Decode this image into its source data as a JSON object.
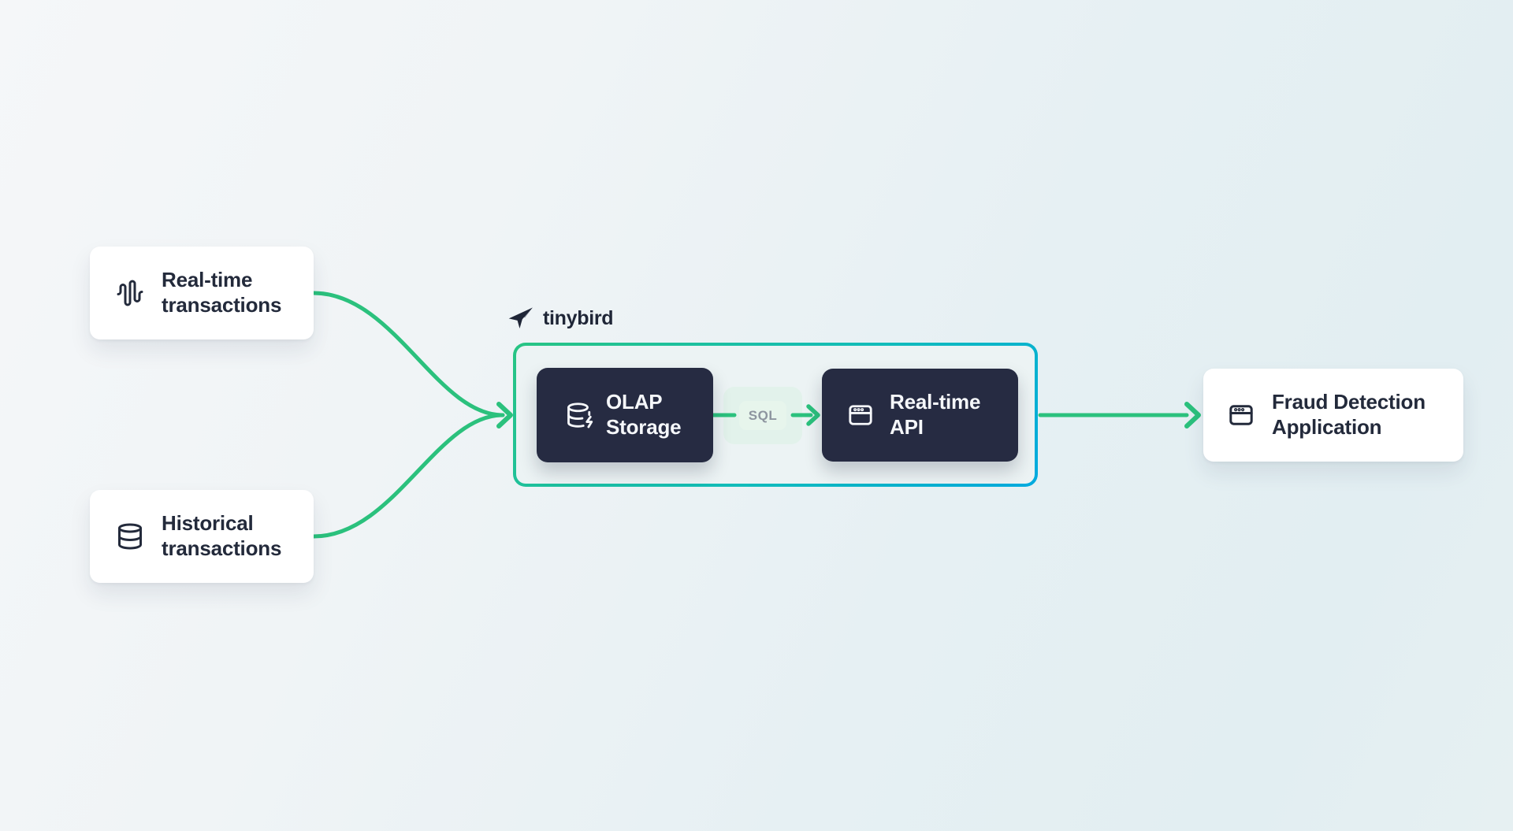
{
  "diagram": {
    "sources": [
      {
        "id": "realtime-transactions",
        "label": "Real-time\ntransactions",
        "icon": "waveform-icon"
      },
      {
        "id": "historical-transactions",
        "label": "Historical\ntransactions",
        "icon": "database-icon"
      }
    ],
    "platform": {
      "brand": "tinybird",
      "logo_icon": "tinybird-bird-icon",
      "nodes": [
        {
          "id": "olap-storage",
          "label": "OLAP\nStorage",
          "icon": "database-zap-icon"
        },
        {
          "id": "realtime-api",
          "label": "Real-time\nAPI",
          "icon": "app-window-icon"
        }
      ]
    },
    "destinations": [
      {
        "id": "fraud-detection-application",
        "label": "Fraud Detection\nApplication",
        "icon": "app-window-icon"
      }
    ],
    "edges": [
      {
        "from": "realtime-transactions",
        "to": "tinybird"
      },
      {
        "from": "historical-transactions",
        "to": "tinybird"
      },
      {
        "from": "olap-storage",
        "to": "realtime-api",
        "label": "SQL"
      },
      {
        "from": "realtime-api",
        "to": "fraud-detection-application"
      }
    ]
  },
  "colors": {
    "background_start": "#f5f7f9",
    "background_end": "#e2eef2",
    "arrow_green": "#2bc17d",
    "platform_border_start": "#28c483",
    "platform_border_end": "#00aadf",
    "platform_fill": "#ecf3f4",
    "dark_node_bg": "#262b42",
    "dark_node_text": "#f5f7fa",
    "light_node_bg": "#ffffff",
    "text_dark": "#1f2637",
    "sql_pill_bg": "#e7f5ec",
    "sql_pill_text": "#8d959f"
  }
}
